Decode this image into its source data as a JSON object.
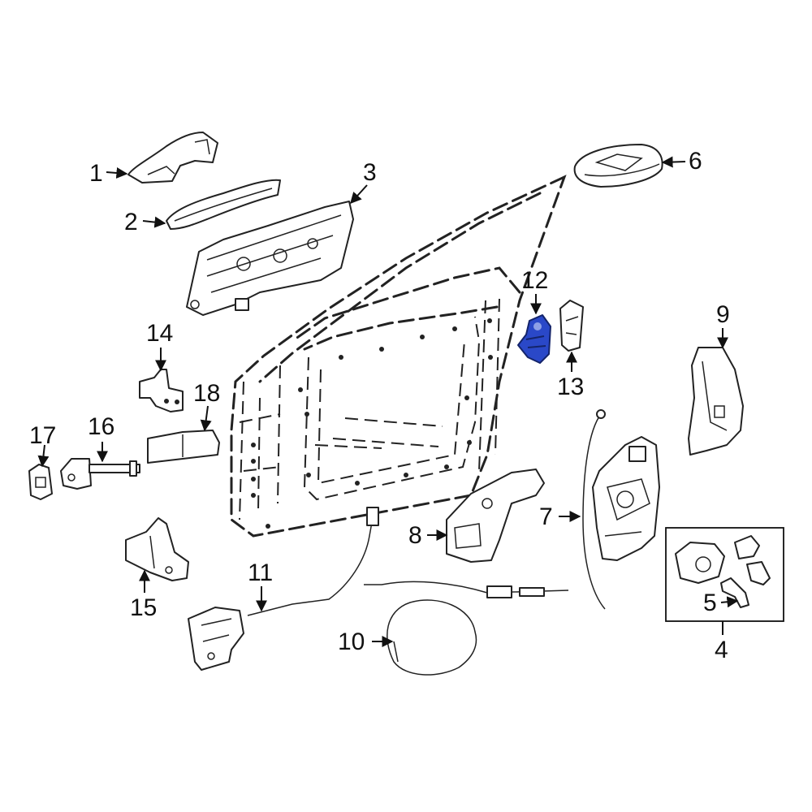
{
  "callouts": [
    {
      "id": "1",
      "text": "1"
    },
    {
      "id": "2",
      "text": "2"
    },
    {
      "id": "3",
      "text": "3"
    },
    {
      "id": "4",
      "text": "4"
    },
    {
      "id": "5",
      "text": "5"
    },
    {
      "id": "6",
      "text": "6"
    },
    {
      "id": "7",
      "text": "7"
    },
    {
      "id": "8",
      "text": "8"
    },
    {
      "id": "9",
      "text": "9"
    },
    {
      "id": "10",
      "text": "10"
    },
    {
      "id": "11",
      "text": "11"
    },
    {
      "id": "12",
      "text": "12"
    },
    {
      "id": "13",
      "text": "13"
    },
    {
      "id": "14",
      "text": "14"
    },
    {
      "id": "15",
      "text": "15"
    },
    {
      "id": "16",
      "text": "16"
    },
    {
      "id": "17",
      "text": "17"
    },
    {
      "id": "18",
      "text": "18"
    }
  ],
  "highlight_color": "#2a48c8",
  "line_color": "#222222"
}
